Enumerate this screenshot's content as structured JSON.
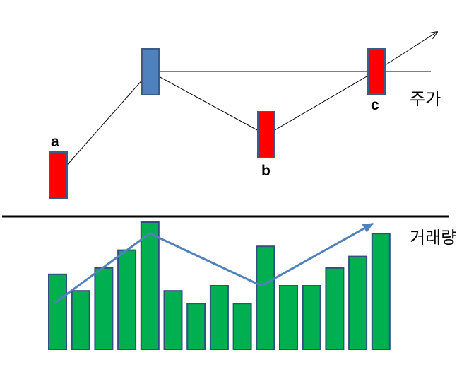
{
  "labels": {
    "a": "a",
    "b": "b",
    "c": "c",
    "price": "주가",
    "volume": "거래량"
  },
  "colors": {
    "background": "#ffffff",
    "candle_red": "#ff0000",
    "candle_blue": "#4f81bd",
    "candle_border": "#385d8a",
    "bar_green": "#00b050",
    "bar_border": "#2f4f7f",
    "volume_trend": "#4f81bd",
    "price_line": "#000000",
    "divider": "#000000"
  },
  "volume_bars": [
    0.59,
    0.46,
    0.64,
    0.78,
    1.0,
    0.46,
    0.36,
    0.5,
    0.36,
    0.81,
    0.5,
    0.5,
    0.64,
    0.73,
    0.91
  ]
}
